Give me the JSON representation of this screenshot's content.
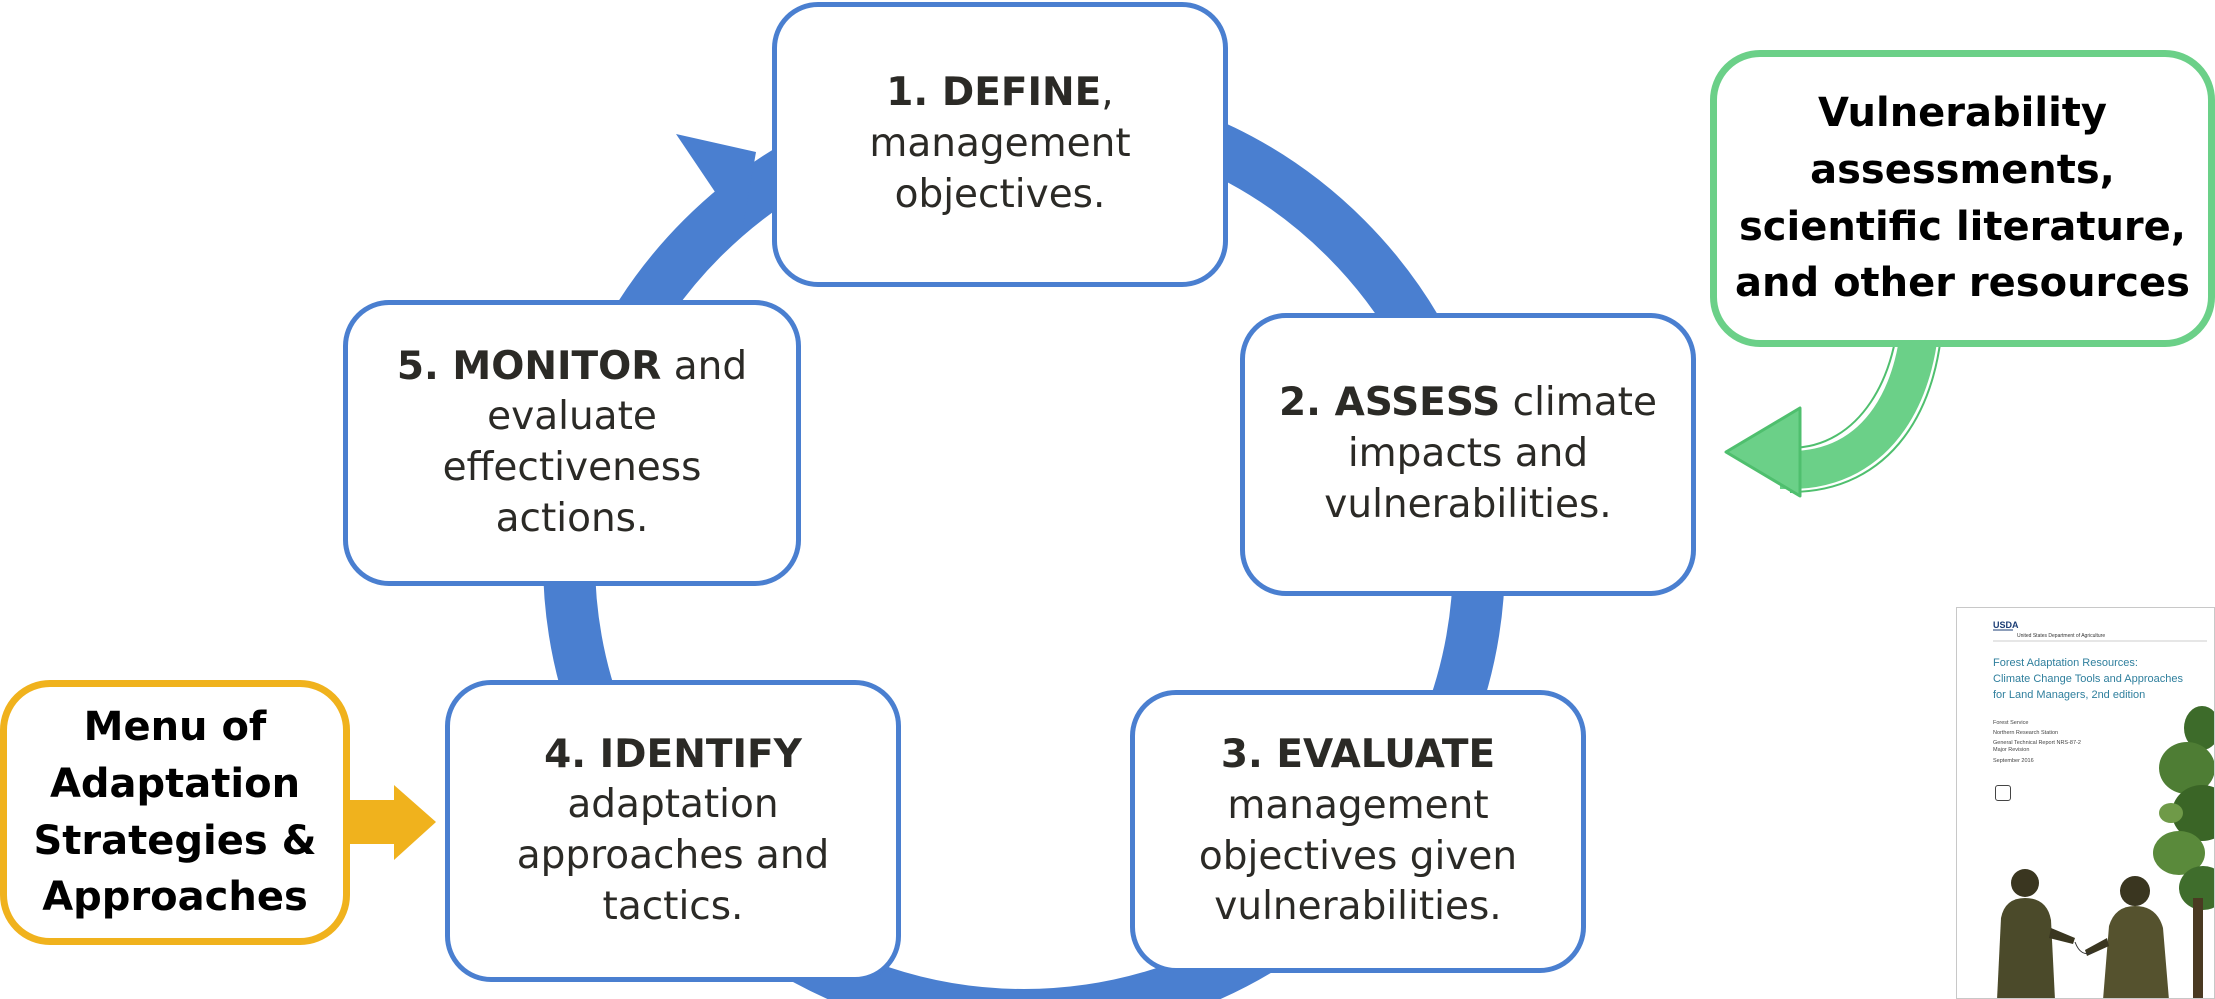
{
  "colors": {
    "cycle": "#4a7fd0",
    "resources": "#6bd088",
    "menu": "#f0b21d",
    "text": "#2b2a26"
  },
  "steps": [
    {
      "bold": "1. DEFINE",
      "rest": ",",
      "lines": [
        "management",
        "objectives."
      ]
    },
    {
      "bold": "2. ASSESS",
      "rest": " climate",
      "lines": [
        "impacts and",
        "vulnerabilities."
      ]
    },
    {
      "bold": "3. EVALUATE",
      "rest": "",
      "lines": [
        "management",
        "objectives given",
        "vulnerabilities."
      ]
    },
    {
      "bold": "4. IDENTIFY",
      "rest": "",
      "lines": [
        "adaptation",
        "approaches and",
        "tactics."
      ]
    },
    {
      "bold": "5. MONITOR",
      "rest": " and",
      "lines": [
        "evaluate",
        "effectiveness",
        "actions."
      ]
    }
  ],
  "resources": {
    "lines": [
      "Vulnerability",
      "assessments,",
      "scientific literature,",
      "and other resources"
    ]
  },
  "menu": {
    "lines": [
      "Menu of",
      "Adaptation",
      "Strategies &",
      "Approaches"
    ]
  },
  "publication": {
    "logo": "USDA",
    "department": "United States Department of Agriculture",
    "title_lines": [
      "Forest Adaptation Resources:",
      "Climate Change Tools and Approaches",
      "for Land Managers, 2nd edition"
    ],
    "meta": [
      "Forest Service",
      "Northern Research Station",
      "General Technical Report NRS-87-2 Major Revision",
      "September 2016"
    ]
  }
}
